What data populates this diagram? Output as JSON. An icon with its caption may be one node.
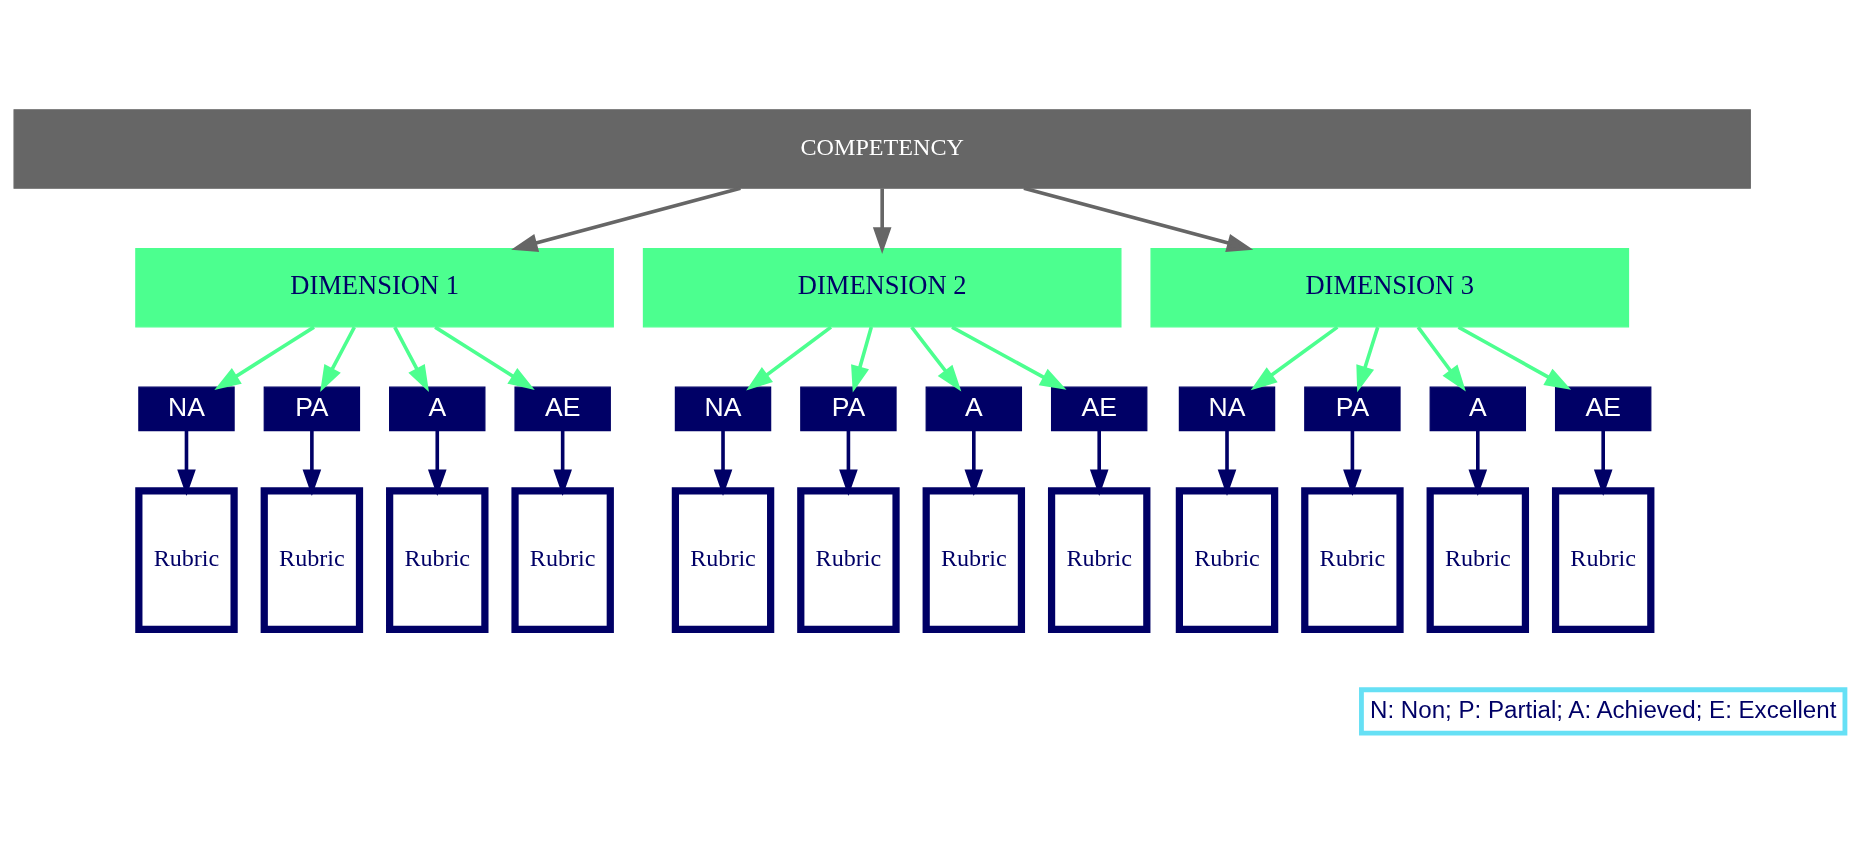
{
  "diagram": {
    "nodes": [
      {
        "text": [
          "COMPETENCY"
        ]
      },
      {
        "text": [
          "DIMENSION 1"
        ]
      },
      {
        "text": [
          "DIMENSION 2"
        ]
      },
      {
        "text": [
          "DIMENSION 3"
        ]
      },
      {
        "text": [
          "NA"
        ]
      },
      {
        "text": [
          "PA"
        ]
      },
      {
        "text": [
          "A"
        ]
      },
      {
        "text": [
          "AE"
        ]
      },
      {
        "text": [
          "NA"
        ]
      },
      {
        "text": [
          "PA"
        ]
      },
      {
        "text": [
          "A"
        ]
      },
      {
        "text": [
          "AE"
        ]
      },
      {
        "text": [
          "NA"
        ]
      },
      {
        "text": [
          "PA"
        ]
      },
      {
        "text": [
          "A"
        ]
      },
      {
        "text": [
          "AE"
        ]
      },
      {
        "text": [
          "Rubric"
        ]
      },
      {
        "text": [
          "Rubric"
        ]
      },
      {
        "text": [
          "Rubric"
        ]
      },
      {
        "text": [
          "Rubric"
        ]
      },
      {
        "text": [
          "Rubric"
        ]
      },
      {
        "text": [
          "Rubric"
        ]
      },
      {
        "text": [
          "Rubric"
        ]
      },
      {
        "text": [
          "Rubric"
        ]
      },
      {
        "text": [
          "Rubric"
        ]
      },
      {
        "text": [
          "Rubric"
        ]
      },
      {
        "text": [
          "Rubric"
        ]
      },
      {
        "text": [
          "Rubric"
        ]
      }
    ],
    "edges": [
      {
        "from": 0,
        "to": 1,
        "arrow": "to",
        "color": "#666666"
      },
      {
        "from": 0,
        "to": 2,
        "arrow": "to",
        "color": "#666666"
      },
      {
        "from": 0,
        "to": 3,
        "arrow": "to",
        "color": "#666666"
      },
      {
        "from": 1,
        "to": 4,
        "arrow": "to",
        "color": "#4cff8f"
      },
      {
        "from": 1,
        "to": 5,
        "arrow": "to",
        "color": "#4cff8f"
      },
      {
        "from": 1,
        "to": 6,
        "arrow": "to",
        "color": "#4cff8f"
      },
      {
        "from": 1,
        "to": 7,
        "arrow": "to",
        "color": "#4cff8f"
      },
      {
        "from": 2,
        "to": 8,
        "arrow": "to",
        "color": "#4cff8f"
      },
      {
        "from": 2,
        "to": 9,
        "arrow": "to",
        "color": "#4cff8f"
      },
      {
        "from": 2,
        "to": 10,
        "arrow": "to",
        "color": "#4cff8f"
      },
      {
        "from": 2,
        "to": 11,
        "arrow": "to",
        "color": "#4cff8f"
      },
      {
        "from": 3,
        "to": 12,
        "arrow": "to",
        "color": "#4cff8f"
      },
      {
        "from": 3,
        "to": 13,
        "arrow": "to",
        "color": "#4cff8f"
      },
      {
        "from": 3,
        "to": 14,
        "arrow": "to",
        "color": "#4cff8f"
      },
      {
        "from": 3,
        "to": 15,
        "arrow": "to",
        "color": "#4cff8f"
      },
      {
        "from": 4,
        "to": 16,
        "arrow": "to",
        "color": "#000066"
      },
      {
        "from": 5,
        "to": 17,
        "arrow": "to",
        "color": "#000066"
      },
      {
        "from": 6,
        "to": 18,
        "arrow": "to",
        "color": "#000066"
      },
      {
        "from": 7,
        "to": 19,
        "arrow": "to",
        "color": "#000066"
      },
      {
        "from": 8,
        "to": 20,
        "arrow": "to",
        "color": "#000066"
      },
      {
        "from": 9,
        "to": 21,
        "arrow": "to",
        "color": "#000066"
      },
      {
        "from": 10,
        "to": 22,
        "arrow": "to",
        "color": "#000066"
      },
      {
        "from": 11,
        "to": 23,
        "arrow": "to",
        "color": "#000066"
      },
      {
        "from": 12,
        "to": 24,
        "arrow": "to",
        "color": "#000066"
      },
      {
        "from": 13,
        "to": 25,
        "arrow": "to",
        "color": "#000066"
      },
      {
        "from": 14,
        "to": 26,
        "arrow": "to",
        "color": "#000066"
      },
      {
        "from": 15,
        "to": 27,
        "arrow": "to",
        "color": "#000066"
      }
    ],
    "labels": [
      "N: Non; P: Partial; A: Achieved; E: Excellent"
    ]
  }
}
